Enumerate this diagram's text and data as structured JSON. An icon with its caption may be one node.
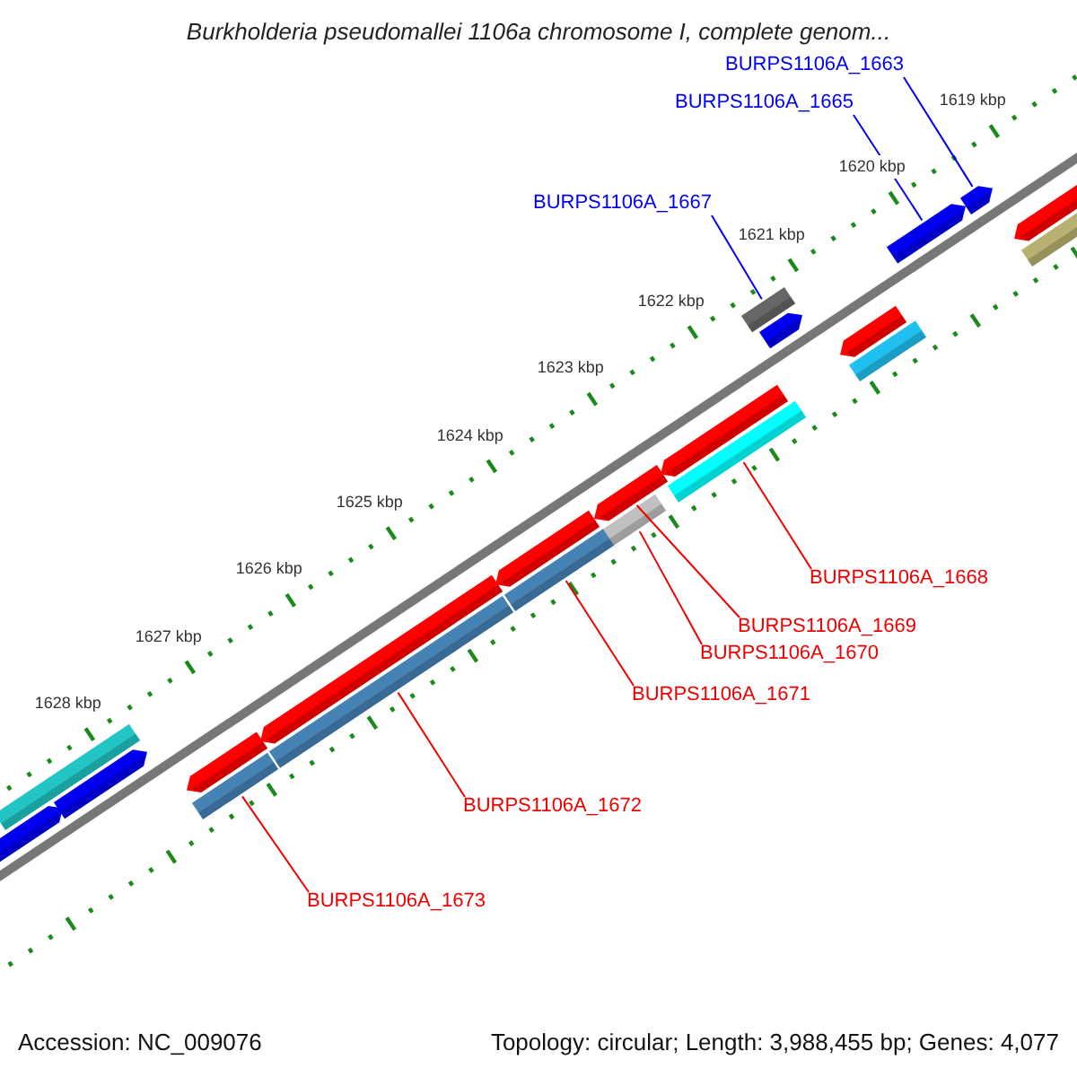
{
  "diagram": {
    "title": "Burkholderia pseudomallei 1106a chromosome I, complete genom...",
    "nodes": [
      {
        "text": [
          "BURPS1106A_1663"
        ]
      },
      {
        "text": [
          "BURPS1106A_1665"
        ]
      },
      {
        "text": [
          "BURPS1106A_1667"
        ]
      },
      {
        "text": [
          "BURPS1106A_1668"
        ]
      },
      {
        "text": [
          "BURPS1106A_1669"
        ]
      },
      {
        "text": [
          "BURPS1106A_1670"
        ]
      },
      {
        "text": [
          "BURPS1106A_1671"
        ]
      },
      {
        "text": [
          "BURPS1106A_1672"
        ]
      },
      {
        "text": [
          "BURPS1106A_1673"
        ]
      },
      {
        "text": [],
        "shape": "pentagon"
      },
      {
        "text": [],
        "shape": "pentagon"
      },
      {
        "text": [],
        "shape": "bar"
      },
      {
        "text": [],
        "shape": "bar"
      },
      {
        "text": [],
        "shape": "pentagon"
      },
      {
        "text": [],
        "shape": "bar"
      },
      {
        "text": [],
        "shape": "bar"
      },
      {
        "text": [],
        "shape": "bar"
      },
      {
        "text": [],
        "shape": "bar"
      },
      {
        "text": [],
        "shape": "bar"
      },
      {
        "text": [],
        "shape": "pentagon"
      },
      {
        "text": [],
        "shape": "pentagon"
      },
      {
        "text": [],
        "shape": "pentagon"
      },
      {
        "text": [],
        "shape": "pentagon"
      },
      {
        "text": [],
        "shape": "bar"
      },
      {
        "text": [],
        "shape": "pentagon"
      },
      {
        "text": [],
        "shape": "bar"
      },
      {
        "text": [],
        "shape": "pentagon"
      },
      {
        "text": [],
        "shape": "pentagon"
      },
      {
        "text": [],
        "shape": "pentagon"
      },
      {
        "text": [],
        "shape": "pentagon"
      }
    ],
    "edges": [
      {
        "from": 0,
        "to": 9,
        "arrow": "none",
        "color": "#0000ee"
      },
      {
        "from": 1,
        "to": 10,
        "arrow": "none",
        "color": "#0000ee"
      },
      {
        "from": 2,
        "to": 11,
        "arrow": "none",
        "color": "#0000ee"
      },
      {
        "from": 3,
        "to": 12,
        "arrow": "none"
      },
      {
        "from": 4,
        "to": 13,
        "arrow": "none"
      },
      {
        "from": 5,
        "to": 14,
        "arrow": "none"
      },
      {
        "from": 6,
        "to": 15,
        "arrow": "none"
      },
      {
        "from": 7,
        "to": 16,
        "arrow": "none"
      },
      {
        "from": 8,
        "to": 17,
        "arrow": "none"
      }
    ],
    "labels": [
      "1619 kbp",
      "1620 kbp",
      "1621 kbp",
      "1622 kbp",
      "1623 kbp",
      "1624 kbp",
      "1625 kbp",
      "1626 kbp",
      "1627 kbp",
      "1628 kbp",
      "Accession: NC_009076",
      "Topology: circular; Length: 3,988,455 bp; Genes: 4,077"
    ]
  }
}
